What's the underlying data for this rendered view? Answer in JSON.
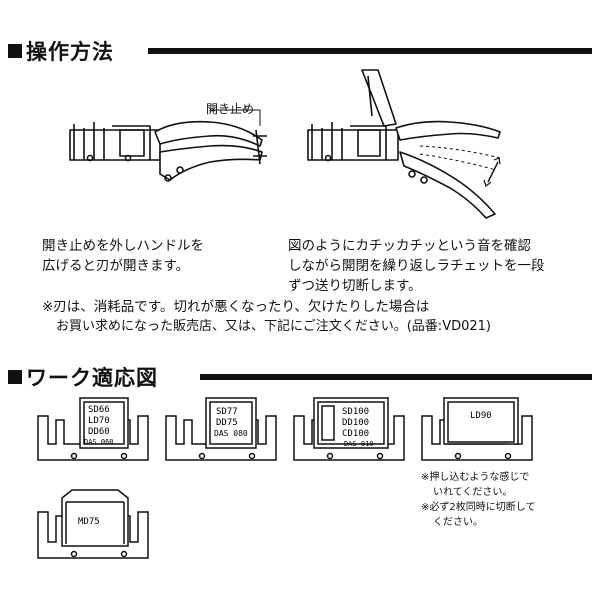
{
  "section1": {
    "title": "操作方法",
    "callout_label": "開き止め",
    "step1_lines": [
      "開き止めを外しハンドルを",
      "広げると刃が開きます。"
    ],
    "step2_lines": [
      "図のようにカチッカチッという音を確認",
      "しながら開閉を繰り返しラチェットを一段",
      "ずつ送り切断します。"
    ],
    "notice_lines": [
      "※刃は、消耗品です。切れが悪くなったり、欠けたりした場合は",
      "お買い求めになった販売店、又は、下記にご注文ください。(品番:VD021)"
    ]
  },
  "section2": {
    "title": "ワーク適応図",
    "diagrams": [
      {
        "labels": [
          "SD66",
          "LD70",
          "DD60",
          "DAS 060"
        ]
      },
      {
        "labels": [
          "SD77",
          "DD75",
          "DAS 080"
        ]
      },
      {
        "labels": [
          "SD100",
          "DD100",
          "CD100",
          "DAS 010"
        ]
      },
      {
        "labels": [
          "LD90"
        ]
      },
      {
        "labels": [
          "MD75"
        ]
      }
    ],
    "notes": [
      "※押し込むような感じで",
      "いれてください。",
      "※必ず2枚同時に切断して",
      "ください。"
    ]
  }
}
